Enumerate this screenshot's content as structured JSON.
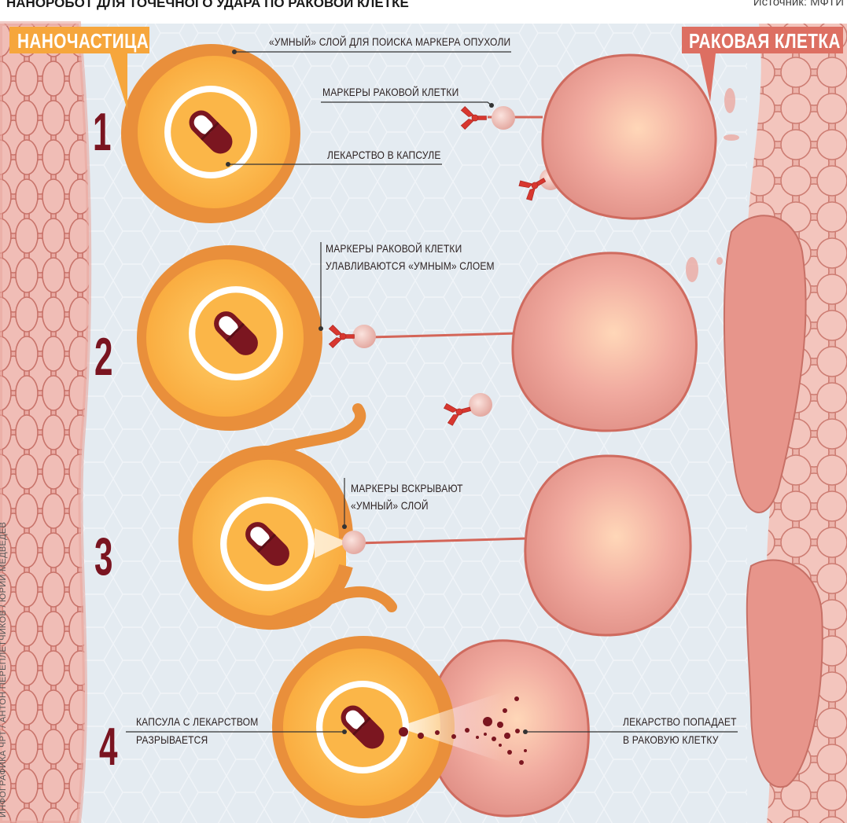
{
  "header": {
    "title": "НАНОРОБОТ ДЛЯ ТОЧЕЧНОГО УДАРА ПО РАКОВОЙ КЛЕТКЕ",
    "source": "Источник: МФТИ"
  },
  "tags": {
    "nanoparticle": "НАНОЧАСТИЦА",
    "cancer_cell": "РАКОВАЯ КЛЕТКА"
  },
  "steps": [
    {
      "number": "1",
      "labels": {
        "smart_layer": "«УМНЫЙ» СЛОЙ ДЛЯ ПОИСКА МАРКЕРА ОПУХОЛИ",
        "markers": "МАРКЕРЫ РАКОВОЙ КЛЕТКИ",
        "drug": "ЛЕКАРСТВО В КАПСУЛЕ"
      }
    },
    {
      "number": "2",
      "labels": {
        "line1": "МАРКЕРЫ РАКОВОЙ КЛЕТКИ",
        "line2": "УЛАВЛИВАЮТСЯ «УМНЫМ» СЛОЕМ"
      }
    },
    {
      "number": "3",
      "labels": {
        "line1": "МАРКЕРЫ ВСКРЫВАЮТ",
        "line2": "«УМНЫЙ» СЛОЙ"
      }
    },
    {
      "number": "4",
      "labels": {
        "left_line1": "КАПСУЛА С ЛЕКАРСТВОМ",
        "left_line2": "РАЗРЫВАЕТСЯ",
        "right_line1": "ЛЕКАРСТВО ПОПАДАЕТ",
        "right_line2": "В РАКОВУЮ КЛЕТКУ"
      }
    }
  ],
  "credit": "ИНФОГРАФИКА ЧРТ / АНТОН ПЕРЕПЛЕТЧИКОВ / ЮРИЙ МЕДВЕДЕВ",
  "colors": {
    "background": "#e4ebf1",
    "nanoparticle_outer": "#e98f3b",
    "nanoparticle_core": "#fbb248",
    "capsule": "#7b1620",
    "cancer_cell": "#ea9e95",
    "tag_nanoparticle": "#f6a63c",
    "tag_cancer": "#dd6f62",
    "number": "#7a1420"
  }
}
